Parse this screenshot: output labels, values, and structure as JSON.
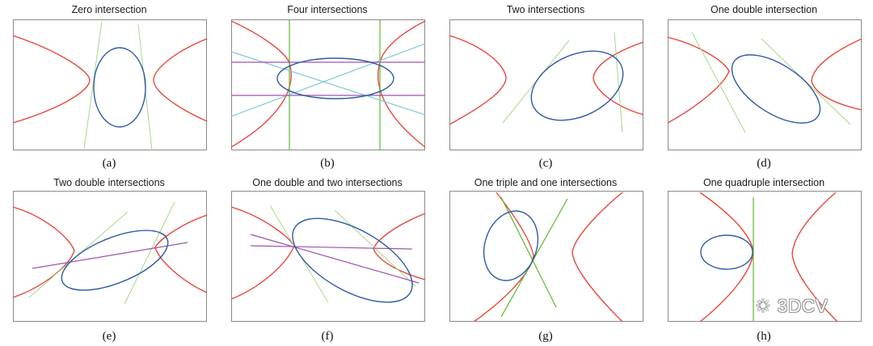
{
  "panels": [
    {
      "title": "Zero intersection",
      "label": "(a)"
    },
    {
      "title": "Four intersections",
      "label": "(b)"
    },
    {
      "title": "Two intersections",
      "label": "(c)"
    },
    {
      "title": "One double intersection",
      "label": "(d)"
    },
    {
      "title": "Two double intersections",
      "label": "(e)"
    },
    {
      "title": "One double and two intersections",
      "label": "(f)"
    },
    {
      "title": "One triple and one intersections",
      "label": "(g)"
    },
    {
      "title": "One quadruple intersection",
      "label": "(h)"
    }
  ],
  "watermark": "3DCV",
  "colors": {
    "hyperbola": "#e8483c",
    "ellipse": "#2f5aa8",
    "line_green_light": "#a8d88a",
    "line_green": "#5cb82e",
    "line_cyan": "#7cc8dc",
    "line_purple": "#a050b0",
    "frame": "#8a8a8a"
  }
}
